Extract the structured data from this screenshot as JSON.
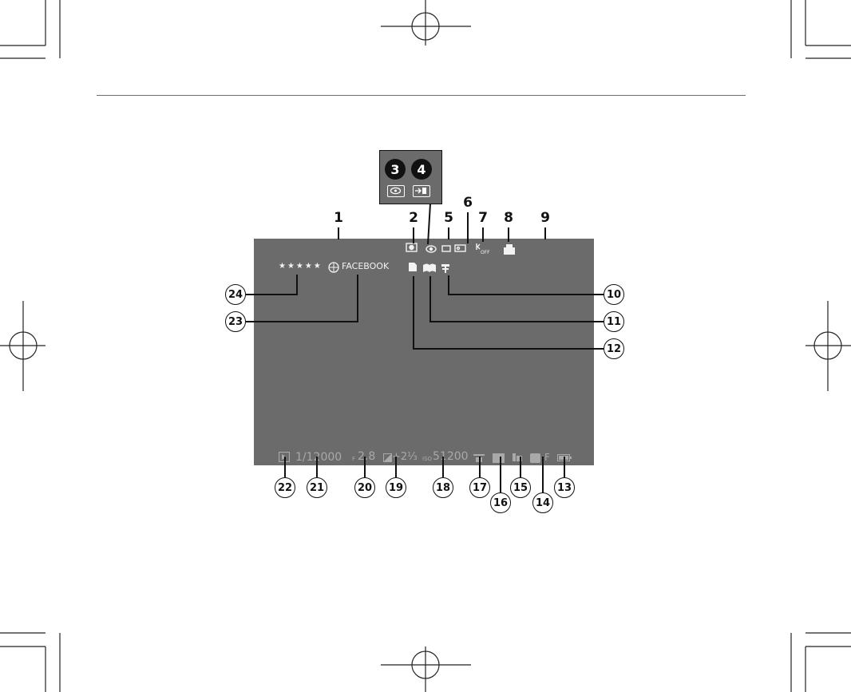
{
  "screen": {
    "rating_stars": "★★★★★",
    "upload_destination": "FACEBOOK",
    "frame_number": "1/12000",
    "aperture_prefix": "F",
    "aperture": "2.8",
    "exposure_comp": "+2⅓",
    "iso_prefix": "ISO",
    "iso": "51200",
    "quality": "F",
    "dr_off": "OFF"
  },
  "callouts": {
    "c1": "1",
    "c2": "2",
    "c3": "3",
    "c4": "4",
    "c5": "5",
    "c6": "6",
    "c7": "7",
    "c8": "8",
    "c9": "9",
    "c10": "10",
    "c11": "11",
    "c12": "12",
    "c13": "13",
    "c14": "14",
    "c15": "15",
    "c16": "16",
    "c17": "17",
    "c18": "18",
    "c19": "19",
    "c20": "20",
    "c21": "21",
    "c22": "22",
    "c23": "23",
    "c24": "24"
  },
  "colors": {
    "screen": "#6b6b6b",
    "screen_text": "#a9a9a9",
    "callout_border": "#111111"
  }
}
